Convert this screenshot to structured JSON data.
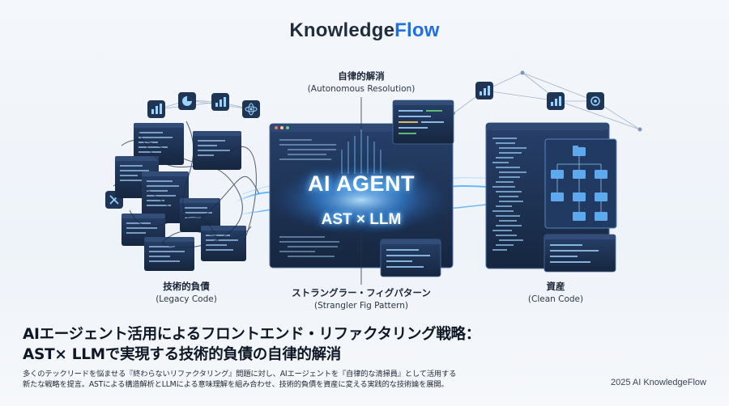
{
  "brand": {
    "prefix": "Knowledge",
    "suffix": "Flow"
  },
  "labels": {
    "center_top": {
      "title": "自律的解消",
      "subtitle": "(Autonomous Resolution)"
    },
    "legacy": {
      "title": "技術的負債",
      "subtitle": "(Legacy Code)"
    },
    "strangler": {
      "title": "ストラングラー・フィグパターン",
      "subtitle": "(Strangler Fig Pattern)"
    },
    "clean": {
      "title": "資産",
      "subtitle": "(Clean Code)"
    }
  },
  "agent_panel": {
    "title": "AI AGENT",
    "subtitle": "AST × LLM"
  },
  "headline": {
    "line1": "AIエージェント活用によるフロントエンド・リファクタリング戦略：",
    "line2": "AST× LLMで実現する技術的負債の自律的解消"
  },
  "description": {
    "line1": "多くのテックリードを悩ませる『終わらないリファクタリング』問題に対し、AIエージェントを『自律的な清掃員』として活用する",
    "line2": "新たな戦略を提言。ASTによる構造解析とLLMによる意味理解を組み合わせ、技術的負債を資産に変える実践的な技術論を展開。"
  },
  "copyright": "2025 AI KnowledgeFlow",
  "colors": {
    "brand_dark": "#1f2d3d",
    "brand_accent": "#1f6fe5",
    "panel_dark": "#1d3150",
    "glow": "#4aa8ff"
  }
}
